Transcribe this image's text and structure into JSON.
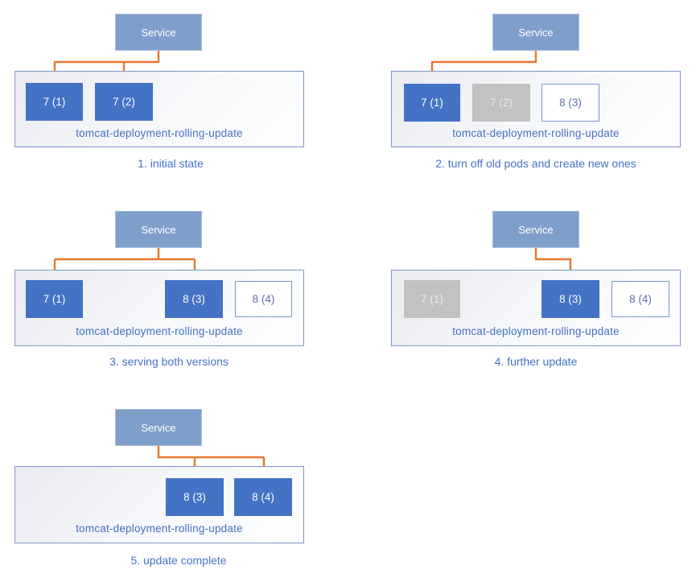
{
  "colors": {
    "pod_active_fill": "#4472C4",
    "pod_stopped_fill": "#C2C2C2",
    "pod_new_border": "#7B96CC",
    "service_fill": "#7F9FCB",
    "arrow_orange": "#E8772E",
    "container_border": "#8096C8",
    "label_text_blue": "#4472C4"
  },
  "panels": [
    {
      "caption": "1. initial state",
      "service_label": "Service",
      "deployment_label": "tomcat-deployment-rolling-update",
      "service_routes_to": [
        "7 (1)",
        "7 (2)"
      ],
      "pods": [
        {
          "label": "7 (1)",
          "state": "active"
        },
        {
          "label": "7 (2)",
          "state": "active"
        }
      ]
    },
    {
      "caption": "2. turn off old pods and create new ones",
      "service_label": "Service",
      "deployment_label": "tomcat-deployment-rolling-update",
      "service_routes_to": [
        "7 (1)"
      ],
      "pods": [
        {
          "label": "7 (1)",
          "state": "active"
        },
        {
          "label": "7 (2)",
          "state": "stopped"
        },
        {
          "label": "8 (3)",
          "state": "new"
        }
      ]
    },
    {
      "caption": "3. serving both versions",
      "service_label": "Service",
      "deployment_label": "tomcat-deployment-rolling-update",
      "service_routes_to": [
        "7 (1)",
        "8 (3)"
      ],
      "pods": [
        {
          "label": "7 (1)",
          "state": "active"
        },
        {
          "label": "8 (3)",
          "state": "active"
        },
        {
          "label": "8 (4)",
          "state": "new"
        }
      ]
    },
    {
      "caption": "4. further update",
      "service_label": "Service",
      "deployment_label": "tomcat-deployment-rolling-update",
      "service_routes_to": [
        "8 (3)"
      ],
      "pods": [
        {
          "label": "7 (1)",
          "state": "stopped"
        },
        {
          "label": "8 (3)",
          "state": "active"
        },
        {
          "label": "8 (4)",
          "state": "new"
        }
      ]
    },
    {
      "caption": "5. update complete",
      "service_label": "Service",
      "deployment_label": "tomcat-deployment-rolling-update",
      "service_routes_to": [
        "8 (3)",
        "8 (4)"
      ],
      "pods": [
        {
          "label": "8 (3)",
          "state": "active"
        },
        {
          "label": "8 (4)",
          "state": "active"
        }
      ]
    }
  ]
}
